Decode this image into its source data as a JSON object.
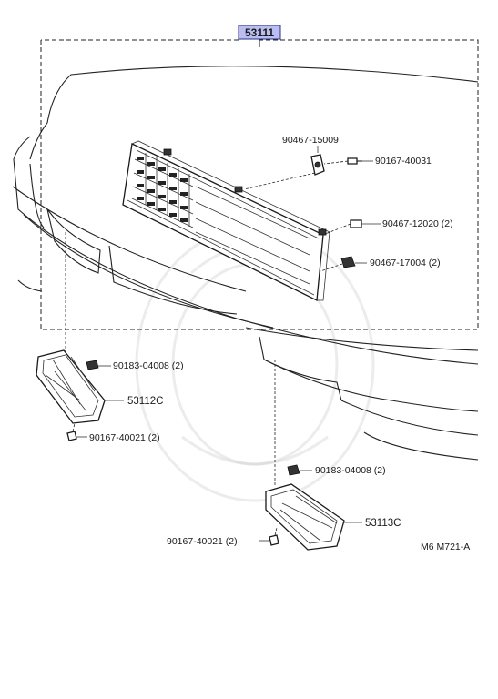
{
  "title_part": "53111",
  "callouts": {
    "c1": "90467-15009",
    "c2": "90167-40031",
    "c3": "90467-12020 (2)",
    "c4": "90467-17004 (2)",
    "c5": "90183-04008 (2)",
    "c6": "53112C",
    "c7": "90167-40021 (2)",
    "c8": "90183-04008 (2)",
    "c9": "53113C",
    "c10": "90167-40021 (2)"
  },
  "diagram_code": "M6 M721-A"
}
